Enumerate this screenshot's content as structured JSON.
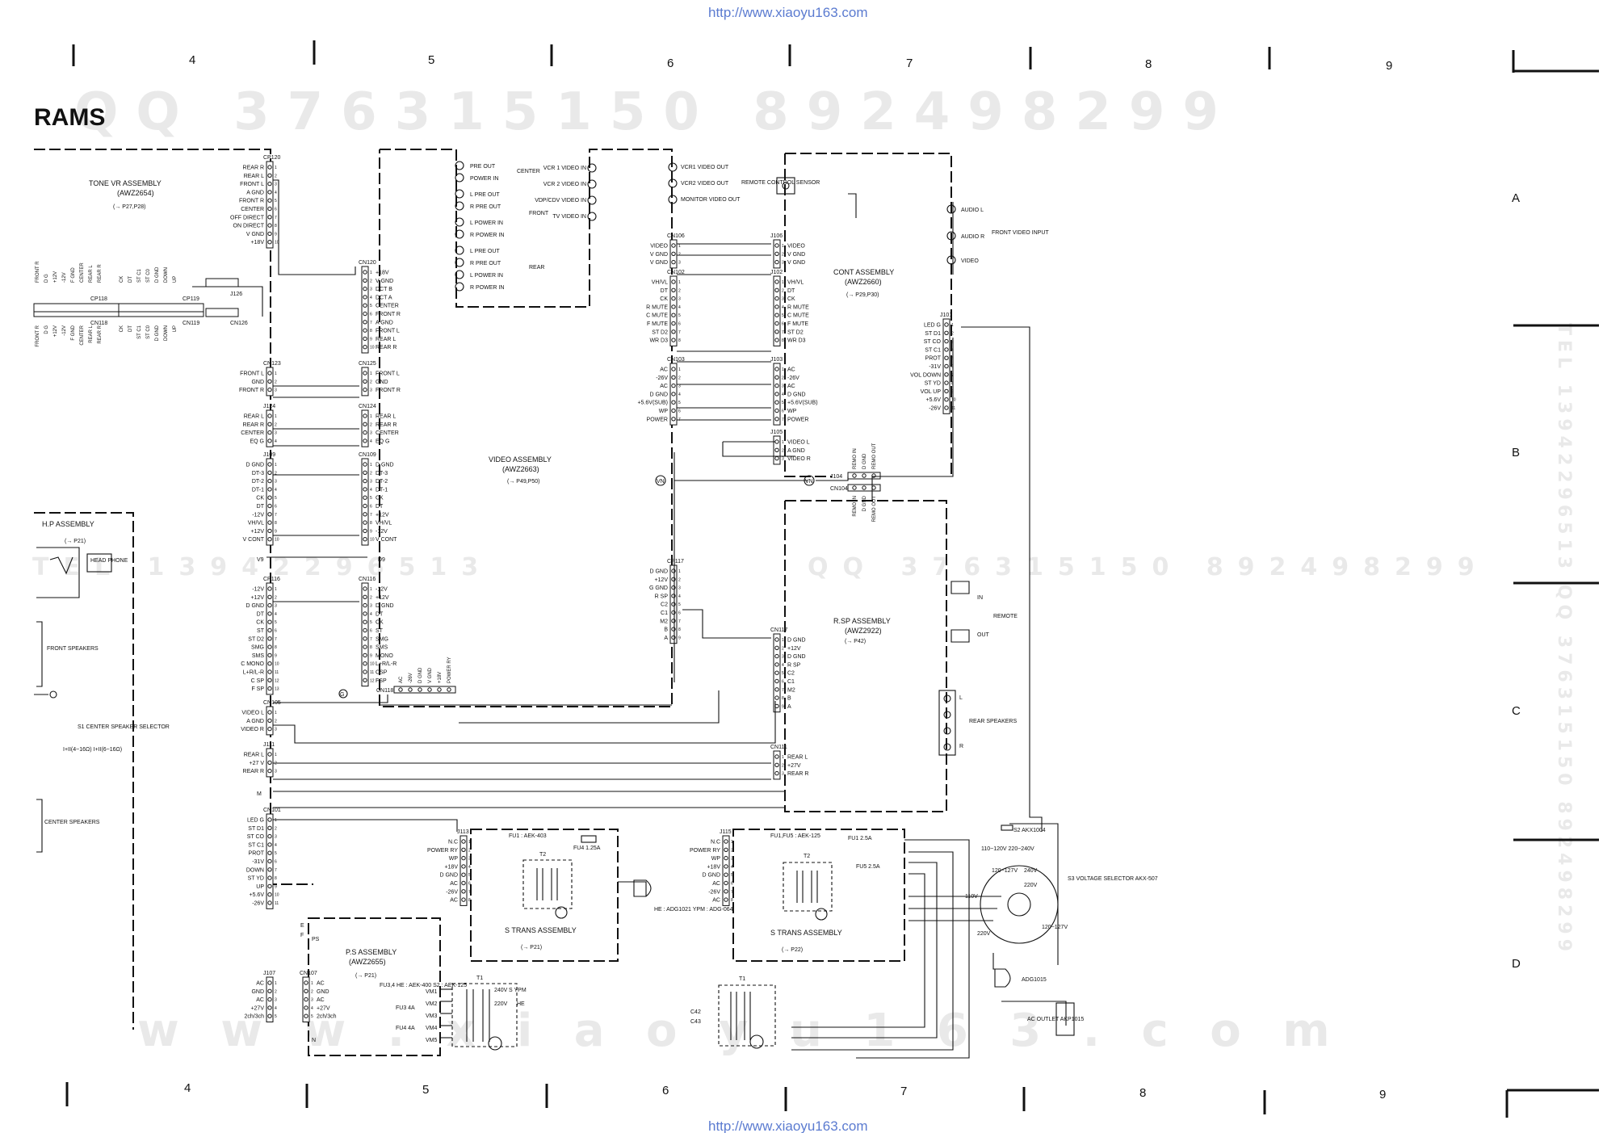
{
  "header": {
    "url_top": "http://www.xiaoyu163.com",
    "url_bottom": "http://www.xiaoyu163.com",
    "title": "RAMS"
  },
  "watermark": {
    "qq_line": "QQ 376315150 892498299",
    "tel_line": "TEL 13942296513",
    "qq_mid": "QQ 376315150 892498299",
    "bottom_line": "w w w . x i a o y u 1 6 3 . c o m",
    "side_text": "TEL 13942296513 QQ 376315150 892498299"
  },
  "grid": {
    "columns": [
      "4",
      "5",
      "6",
      "7",
      "8",
      "9"
    ],
    "rows": [
      "A",
      "B",
      "C",
      "D"
    ]
  },
  "assemblies": {
    "tone_vr": {
      "name": "TONE VR ASSEMBLY",
      "part": "(AWZ2654)",
      "ref": "(→ P27,P28)"
    },
    "hp": {
      "name": "H.P ASSEMBLY",
      "ref": "(→ P21)",
      "jack": "HEAD PHONE"
    },
    "video": {
      "name": "VIDEO ASSEMBLY",
      "part": "(AWZ2663)",
      "ref": "(→ P49,P50)"
    },
    "cont": {
      "name": "CONT ASSEMBLY",
      "part": "(AWZ2660)",
      "ref": "(→ P29,P30)"
    },
    "rsp": {
      "name": "R.SP ASSEMBLY",
      "part": "(AWZ2922)",
      "ref": "(→ P42)"
    },
    "ps": {
      "name": "P.S ASSEMBLY",
      "part": "(AWZ2655)",
      "ref": "(→ P21)"
    },
    "strans1": {
      "name": "S TRANS ASSEMBLY",
      "ref": "(→ P21)"
    },
    "strans2": {
      "name": "S TRANS ASSEMBLY",
      "ref": "(→ P22)"
    }
  },
  "connectors": {
    "cp120": {
      "label": "CP120",
      "pins": [
        "REAR R",
        "REAR L",
        "FRONT L",
        "A GND",
        "FRONT R",
        "CENTER",
        "OFF DIRECT",
        "ON DIRECT",
        "V GND",
        "+18V"
      ]
    },
    "cn120": {
      "label": "CN120",
      "pins": [
        "+18V",
        "V GND",
        "DCT B",
        "DCT A",
        "CENTER",
        "FRONT R",
        "A GND",
        "FRONT L",
        "REAR L",
        "REAR R"
      ]
    },
    "cn123": {
      "label": "CN123",
      "pins": [
        "FRONT L",
        "GND",
        "FRONT R"
      ]
    },
    "cn125": {
      "label": "CN125",
      "pins": [
        "FRONT L",
        "GND",
        "FRONT R"
      ]
    },
    "j124": {
      "label": "J124",
      "pins": [
        "REAR L",
        "REAR R",
        "CENTER",
        "EQ G"
      ]
    },
    "cn124": {
      "label": "CN124",
      "pins": [
        "REAR L",
        "REAR R",
        "CENTER",
        "EQ G"
      ]
    },
    "j109": {
      "label": "J109",
      "pins": [
        "D GND",
        "DT-3",
        "DT-2",
        "DT-1",
        "CK",
        "DT",
        "-12V",
        "VH/VL",
        "+12V",
        "V CONT"
      ]
    },
    "cn109": {
      "label": "CN109",
      "pins": [
        "D GND",
        "DT-3",
        "DT-2",
        "DT-1",
        "CK",
        "DT",
        "+12V",
        "VH/VL",
        "-12V",
        "V CONT"
      ]
    },
    "cp116": {
      "label": "CP116",
      "pins": [
        "-12V",
        "+12V",
        "D GND",
        "DT",
        "CK",
        "ST",
        "ST D2",
        "SMG",
        "SMS",
        "C MONO",
        "L+R/L-R",
        "C SP",
        "F SP"
      ]
    },
    "cn116": {
      "label": "CN116",
      "pins": [
        "-12V",
        "+12V",
        "D GND",
        "DT",
        "CK",
        "ST",
        "SMG",
        "SMS",
        "MONO",
        "L+R/L-R",
        "CSP",
        "FSP"
      ]
    },
    "cn105": {
      "label": "CN105",
      "pins": [
        "VIDEO L",
        "A GND",
        "VIDEO R"
      ]
    },
    "j111": {
      "label": "J111",
      "pins": [
        "REAR L",
        "+27 V",
        "REAR R"
      ]
    },
    "cn101": {
      "label": "CN101",
      "pins": [
        "LED G",
        "ST D1",
        "ST CO",
        "ST C1",
        "PROT",
        "-31V",
        "DOWN",
        "ST YD",
        "UP",
        "+5.6V",
        "-26V"
      ]
    },
    "j107": {
      "label": "J107",
      "pins": [
        "AC",
        "GND",
        "AC",
        "+27V",
        "2ch/3ch"
      ]
    },
    "cn107": {
      "label": "CN107",
      "pins": [
        "AC",
        "GND",
        "AC",
        "+27V",
        "2ch/3ch"
      ]
    },
    "cn106": {
      "label": "CN106",
      "pins": [
        "VIDEO",
        "V GND",
        "V GND"
      ]
    },
    "j106": {
      "label": "J106",
      "pins": [
        "VIDEO",
        "V GND",
        "V GND"
      ]
    },
    "cn102": {
      "label": "CN102",
      "pins": [
        "VH/VL",
        "DT",
        "CK",
        "R MUTE",
        "C MUTE",
        "F MUTE",
        "ST D2",
        "WR D3"
      ]
    },
    "j102": {
      "label": "J102",
      "pins": [
        "VH/VL",
        "DT",
        "CK",
        "R MUTE",
        "C MUTE",
        "F MUTE",
        "ST D2",
        "WR D3"
      ]
    },
    "cn103": {
      "label": "CN103",
      "pins": [
        "AC",
        "-26V",
        "AC",
        "D GND",
        "+5.6V(SUB)",
        "WP",
        "POWER"
      ]
    },
    "j103": {
      "label": "J103",
      "pins": [
        "AC",
        "-26V",
        "AC",
        "D GND",
        "+5.6V(SUB)",
        "WP",
        "POWER"
      ]
    },
    "j105": {
      "label": "J105",
      "pins": [
        "VIDEO L",
        "A GND",
        "VIDEO R"
      ]
    },
    "cp117": {
      "label": "CP117",
      "pins": [
        "D GND",
        "+12V",
        "G GND",
        "R SP",
        "C2",
        "C1",
        "M2",
        "B",
        "A"
      ]
    },
    "cn117": {
      "label": "CN117",
      "pins": [
        "D GND",
        "+12V",
        "D GND",
        "R SP",
        "C2",
        "C1",
        "M2",
        "B",
        "A"
      ]
    },
    "cn111": {
      "label": "CN111",
      "pins": [
        "REAR L",
        "+27V",
        "REAR R"
      ]
    },
    "j101": {
      "label": "J101",
      "pins": [
        "LED G",
        "ST D1",
        "ST CO",
        "ST C1",
        "PROT",
        "-31V",
        "VOL DOWN",
        "ST YD",
        "VOL UP",
        "+5.6V",
        "-26V"
      ]
    },
    "j113": {
      "label": "J113",
      "pins": [
        "N.C",
        "POWER RY",
        "WP",
        "+18V",
        "D GND",
        "AC",
        "-26V",
        "AC"
      ]
    },
    "j115": {
      "label": "J115",
      "pins": [
        "N.C",
        "POWER RY",
        "WP",
        "+18V",
        "D GND",
        "AC",
        "-26V",
        "AC"
      ]
    },
    "cn118": {
      "label": "CN118",
      "pins": [
        "AC",
        "-26V",
        "D GND",
        "V GND",
        "+18V",
        "POWER RY"
      ]
    },
    "j104": {
      "label": "J104",
      "pins": [
        "REMO IN",
        "D GND",
        "REMO OUT"
      ]
    },
    "cn104": {
      "label": "CN104",
      "pins": [
        "REMO IN",
        "D GND",
        "REMO OUT"
      ]
    }
  },
  "tone_buses": {
    "cp118": {
      "label": "CP118",
      "pins": [
        "FRONT R",
        "D G",
        "+12V",
        "-12V",
        "F GND",
        "CENTER",
        "REAR L",
        "REAR R"
      ]
    },
    "cn118b": {
      "label": "CN118",
      "pins": [
        "FRONT R",
        "D G",
        "+12V",
        "-12V",
        "F GND",
        "CENTER",
        "REAR L",
        "REAR R"
      ]
    },
    "cp119": {
      "label": "CP119",
      "pins": [
        "CK",
        "DT",
        "ST C1",
        "ST C0",
        "D GND",
        "DOWN",
        "UP"
      ]
    },
    "cn119": {
      "label": "CN119",
      "pins": [
        "CK",
        "DT",
        "ST C1",
        "ST C0",
        "D GND",
        "DOWN",
        "UP"
      ]
    },
    "j126": {
      "label": "J126"
    },
    "cn126": {
      "label": "CN126"
    }
  },
  "jacks": {
    "left_panel": [
      {
        "label": "PRE OUT",
        "group": "CENTER"
      },
      {
        "label": "POWER IN",
        "group": "CENTER"
      },
      {
        "label": "L PRE OUT",
        "group": "FRONT"
      },
      {
        "label": "R PRE OUT",
        "group": "FRONT"
      },
      {
        "label": "L POWER IN",
        "group": "FRONT"
      },
      {
        "label": "R POWER IN",
        "group": "FRONT"
      },
      {
        "label": "L PRE OUT",
        "group": "REAR"
      },
      {
        "label": "R PRE OUT",
        "group": "REAR"
      },
      {
        "label": "L POWER IN",
        "group": "REAR"
      },
      {
        "label": "R POWER IN",
        "group": "REAR"
      }
    ],
    "group_labels": {
      "center": "CENTER",
      "front": "FRONT",
      "rear": "REAR"
    },
    "video_in": [
      "VCR 1 VIDEO IN",
      "VCR 2 VIDEO IN",
      "VDP/CDV VIDEO IN",
      "TV VIDEO IN"
    ],
    "video_out": [
      "VCR1 VIDEO OUT",
      "VCR2 VIDEO OUT",
      "MONITOR VIDEO OUT"
    ],
    "front_video": [
      "AUDIO L",
      "AUDIO R",
      "VIDEO"
    ],
    "front_video_label": "FRONT VIDEO INPUT",
    "remote_sensor": "REMOTE CONTROL SENSOR",
    "remote_io": [
      "IN",
      "OUT"
    ],
    "remote_label": "REMOTE",
    "rear_speakers": "REAR SPEAKERS",
    "rear_sp_terms": [
      "L",
      "R"
    ],
    "front_speakers": "FRONT SPEAKERS",
    "center_speakers": "CENTER SPEAKERS",
    "center_selector": "S1 CENTER SPEAKER SELECTOR",
    "selector_values": "I+II(4~16Ω) I+II(6~16Ω)"
  },
  "power": {
    "fu1_left": "FU1 : AEK-403",
    "fu4_left": "FU4 1.25A",
    "t2_left": "T2",
    "relay_left": "HE : ADG1021 YPM : ADG-064",
    "fu1_right": "FU1,FU5 : AEK-125",
    "fu1_r_val": "FU1 2.5A",
    "fu5_r_val": "FU5 2.5A",
    "t2_right": "T2",
    "s2": "S2 AKX1004",
    "s2_pos": "110~120V 220~240V",
    "s3": "S3 VOLTAGE SELECTOR AKX-507",
    "s3_volts": [
      "120~127V",
      "220V",
      "240V",
      "110V",
      "220V",
      "120~127V"
    ],
    "relay_right": "ADG1015",
    "ac_outlet": "AC OUTLET AKP1015",
    "ps_fuses": "FU3,4 HE : AEK-400 S2 : AEK-125",
    "fu3": "FU3 4A",
    "fu4": "FU4 4A",
    "t1": "T1",
    "t1_taps": [
      "VM1",
      "VM2",
      "VM3",
      "VM4",
      "VM5"
    ],
    "t1_out": [
      "240V",
      "S YPM",
      "220V",
      "HE"
    ],
    "t1_lower": "T1",
    "c42": "C42",
    "c43": "C43",
    "ps_pins": [
      "E",
      "F",
      "PS",
      "N"
    ],
    "nodes": [
      "V9",
      "D9",
      "VN",
      "VN",
      "M",
      "G"
    ]
  }
}
